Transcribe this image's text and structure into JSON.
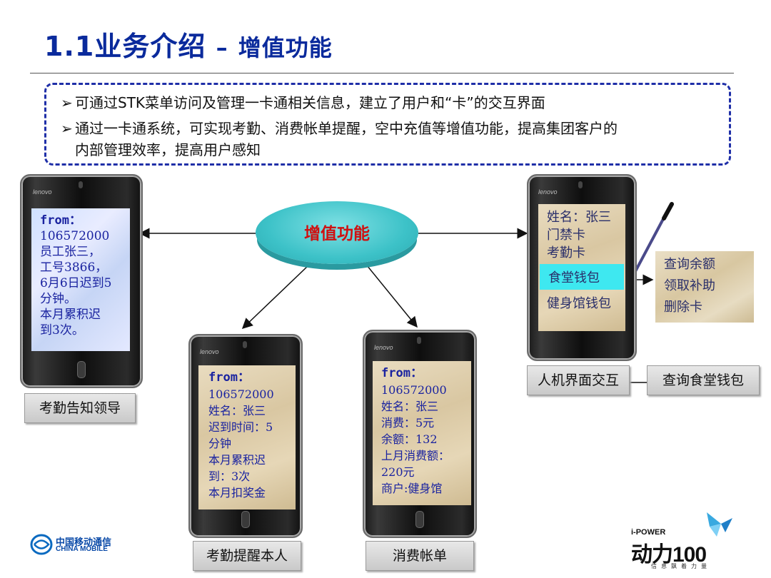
{
  "title": {
    "main": "1.1业务介绍",
    "dash": "–",
    "sub": "增值功能"
  },
  "bullets": {
    "b1": "可通过STK菜单访问及管理一卡通相关信息，建立了用户和“卡”的交互界面",
    "b2_line1": "通过一卡通系统，可实现考勤、消费帐单提醒，空中充值等增值功能，提高集团客户的",
    "b2_line2": "内部管理效率，提高用户感知",
    "marker": "➢"
  },
  "center": {
    "label": "增值功能"
  },
  "phones": {
    "brand": "lenovo",
    "p1": {
      "lines": [
        "from：",
        "106572000",
        "员工张三，",
        "工号3866，",
        "6月6日迟到5",
        "分钟。",
        "本月累积迟",
        "到3次。"
      ],
      "caption": "考勤告知领导"
    },
    "p2": {
      "lines": [
        "from：",
        "106572000",
        "姓名：张三",
        "迟到时间：5",
        "分钟",
        "本月累积迟",
        "到：3次",
        "本月扣奖金"
      ],
      "caption": "考勤提醒本人"
    },
    "p3": {
      "lines": [
        "from：",
        "106572000",
        "姓名：张三",
        "消费：5元",
        "余额：132",
        "上月消费额：",
        "220元",
        "商户:健身馆"
      ],
      "caption": "消费帐单"
    },
    "p4": {
      "lines": [
        "姓名：张三",
        "门禁卡",
        "考勤卡"
      ],
      "highlight": "食堂钱包",
      "last": "健身馆钱包",
      "caption": "人机界面交互"
    }
  },
  "submenu": {
    "items": [
      "查询余额",
      "领取补助",
      "删除卡"
    ],
    "caption": "查询食堂钱包"
  },
  "logos": {
    "china_mobile_cn": "中国移动通信",
    "china_mobile_en": "CHINA MOBILE",
    "ipower_small": "i-POWER",
    "ipower_big": "动力100",
    "ipower_tag": "信息飘着力量"
  },
  "colors": {
    "title": "#0a2a9c",
    "dash_border": "#1f2fa8",
    "center_text": "#d01010",
    "ellipse": "#3dc2c8",
    "highlight": "#3ee8f0"
  }
}
